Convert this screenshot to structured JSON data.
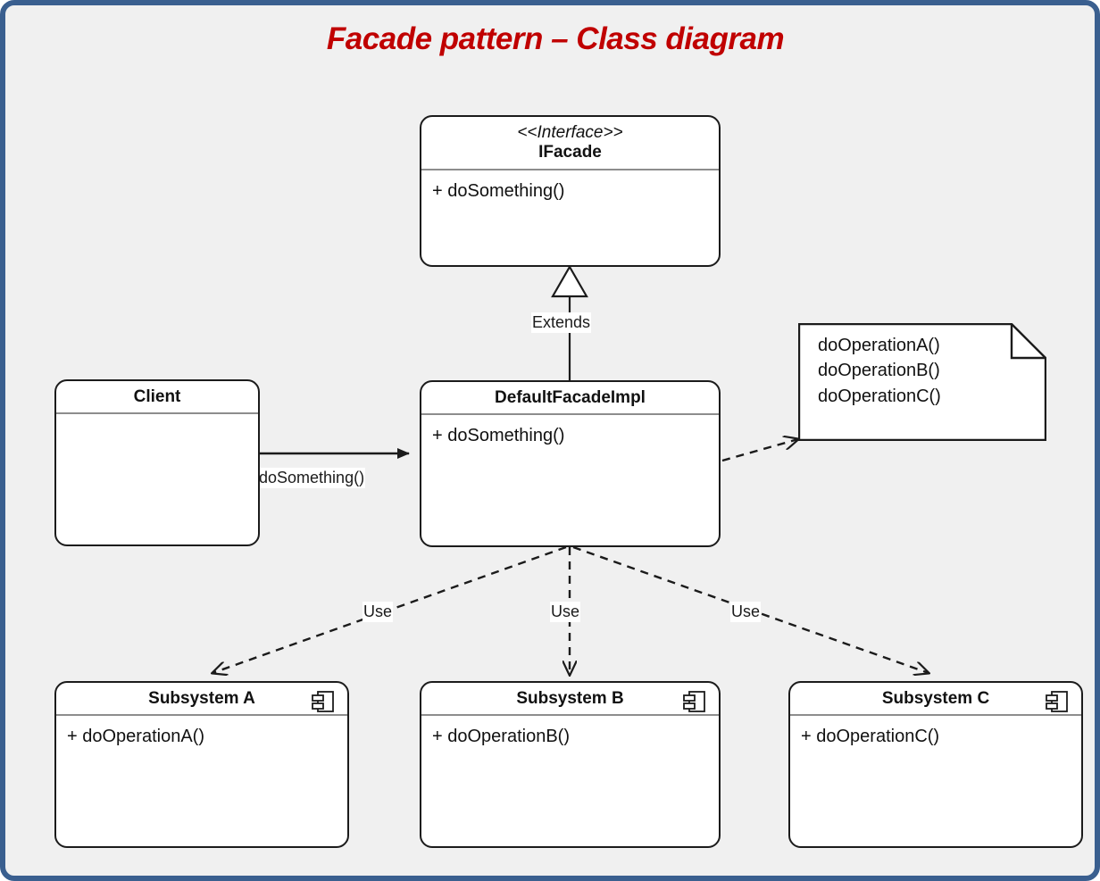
{
  "diagram": {
    "title": "Facade pattern – Class diagram",
    "title_color": "#c00000",
    "frame_color": "#3a5f8f",
    "canvas_color": "#f0f0f0",
    "line_color": "#1b1b1b"
  },
  "classes": {
    "ifacade": {
      "stereotype": "<<Interface>>",
      "name": "IFacade",
      "members": [
        "+ doSomething()"
      ]
    },
    "client": {
      "name": "Client",
      "members": []
    },
    "default_facade_impl": {
      "name": "DefaultFacadeImpl",
      "members": [
        "+ doSomething()"
      ]
    },
    "subsystem_a": {
      "name": "Subsystem A",
      "members": [
        "+ doOperationA()"
      ],
      "icon": "component-icon"
    },
    "subsystem_b": {
      "name": "Subsystem B",
      "members": [
        "+ doOperationB()"
      ],
      "icon": "component-icon"
    },
    "subsystem_c": {
      "name": "Subsystem C",
      "members": [
        "+ doOperationC()"
      ],
      "icon": "component-icon"
    }
  },
  "note": {
    "lines": [
      "doOperationA()",
      "doOperationB()",
      "doOperationC()"
    ]
  },
  "connectors": {
    "extends_label": "Extends",
    "client_call_label": "doSomething()",
    "use_a_label": "Use",
    "use_b_label": "Use",
    "use_c_label": "Use"
  }
}
